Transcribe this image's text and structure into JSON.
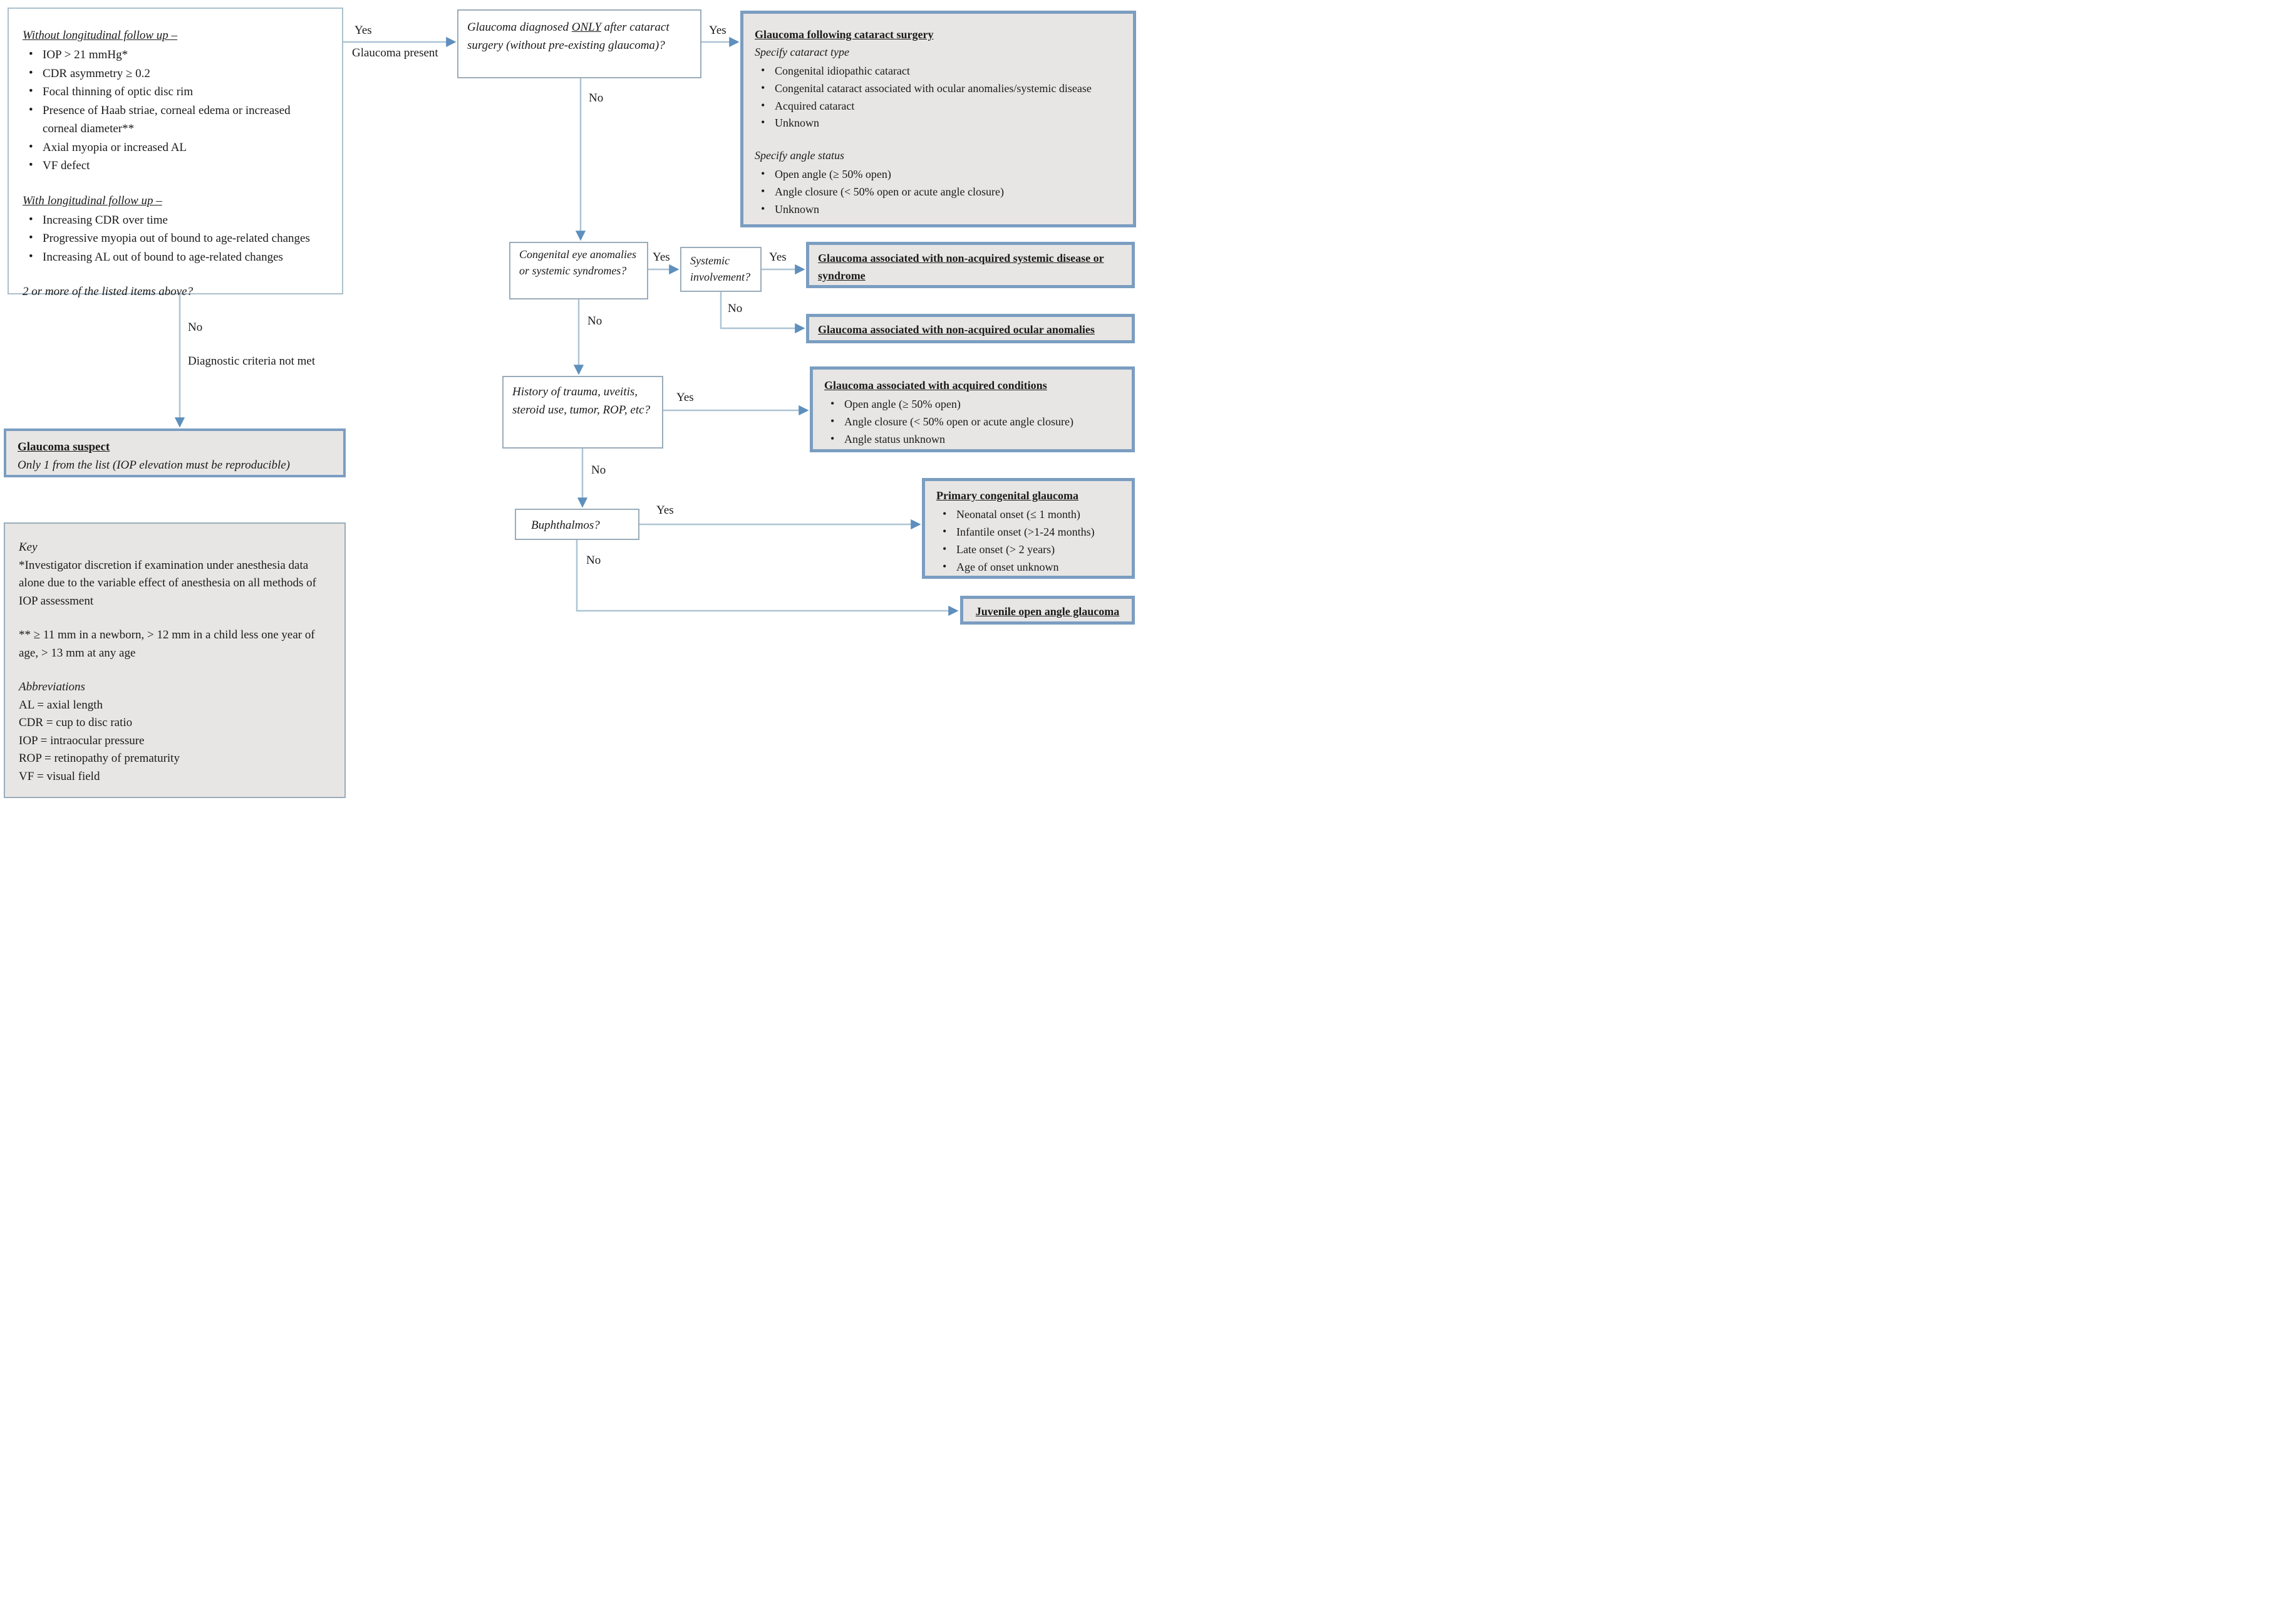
{
  "palette": {
    "result_border": "#7b9dc1",
    "result_fill": "#e8e6e4",
    "plain_border": "#9aacba",
    "connector_line": "#aec4d4",
    "arrowhead": "#5e8fbd",
    "text": "#1a1a1a"
  },
  "labels": {
    "yes": "Yes",
    "no": "No",
    "glaucoma_present": "Glaucoma present",
    "diagnostic_not_met": "Diagnostic criteria not met"
  },
  "criteria_box": {
    "header1": "Without longitudinal follow up –",
    "items1": [
      "IOP > 21 mmHg*",
      "CDR asymmetry ≥ 0.2",
      "Focal thinning of optic disc rim",
      "Presence of Haab striae, corneal edema or increased corneal diameter**",
      "Axial myopia or increased AL",
      "VF defect"
    ],
    "header2": "With longitudinal follow up –",
    "items2": [
      "Increasing CDR over time",
      "Progressive myopia out of bound to age-related changes",
      "Increasing AL out of bound to age-related changes"
    ],
    "question": "2 or more of the listed items above?"
  },
  "q_cataract": {
    "pre": "Glaucoma diagnosed ",
    "only": "ONLY",
    "post": " after cataract surgery (without pre-existing glaucoma)?"
  },
  "result_cataract": {
    "title": "Glaucoma following cataract surgery",
    "subtitle1": "Specify cataract type",
    "items1": [
      "Congenital idiopathic cataract",
      "Congenital cataract associated with ocular anomalies/systemic disease",
      "Acquired cataract",
      "Unknown"
    ],
    "subtitle2": "Specify angle status",
    "items2": [
      "Open angle (≥ 50% open)",
      "Angle closure (< 50% open or acute angle closure)",
      "Unknown"
    ]
  },
  "q_congenital": "Congenital eye anomalies or systemic syndromes?",
  "q_systemic": "Systemic involvement?",
  "result_systemic": "Glaucoma associated with non-acquired systemic disease or syndrome",
  "result_ocular": "Glaucoma associated with non-acquired ocular anomalies",
  "q_history": "History of trauma, uveitis, steroid use, tumor, ROP, etc?",
  "result_acquired": {
    "title": "Glaucoma associated with acquired conditions",
    "items": [
      "Open angle (≥ 50% open)",
      "Angle closure (< 50% open or acute angle closure)",
      "Angle status unknown"
    ]
  },
  "q_buphthalmos": "Buphthalmos?",
  "result_primary": {
    "title": "Primary congenital glaucoma",
    "items": [
      "Neonatal onset (≤ 1 month)",
      "Infantile onset (>1-24 months)",
      "Late onset (> 2 years)",
      "Age of onset unknown"
    ]
  },
  "result_juvenile": "Juvenile open angle glaucoma",
  "suspect_box": {
    "title": "Glaucoma suspect",
    "subtitle": "Only 1 from the list (IOP elevation must be reproducible)"
  },
  "key_box": {
    "title": "Key",
    "note1": "*Investigator discretion if examination under anesthesia data alone due to the variable effect of anesthesia on all methods of IOP assessment",
    "note2": "** ≥ 11 mm in a newborn, > 12 mm in a child less one year of age, > 13 mm at any age",
    "abbr_title": "Abbreviations",
    "abbrs": [
      "AL = axial length",
      "CDR = cup to disc ratio",
      "IOP = intraocular pressure",
      "ROP = retinopathy of prematurity",
      "VF = visual field"
    ]
  }
}
